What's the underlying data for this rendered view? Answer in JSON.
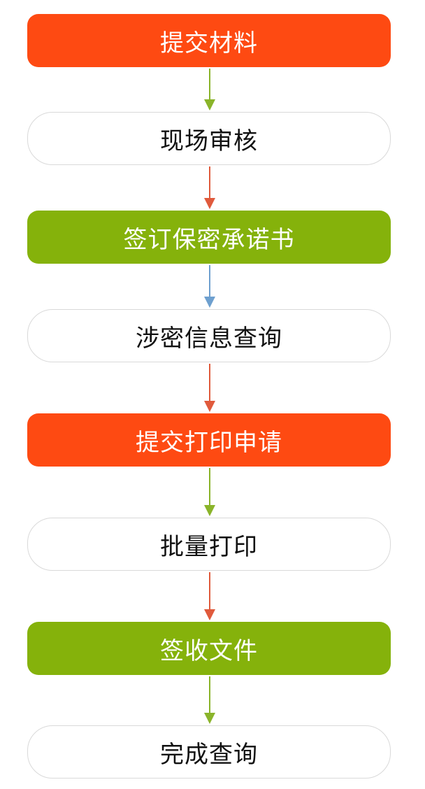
{
  "colors": {
    "orange": "#fe4a12",
    "green": "#85b20b",
    "outline_border": "#d9d9d9",
    "outline_text": "#111111",
    "arrow_green": "#8ab42a",
    "arrow_red": "#e05a3c",
    "arrow_blue": "#6ea0cf"
  },
  "steps": [
    {
      "label": "提交材料",
      "style": "filled",
      "color": "#fe4a12"
    },
    {
      "label": "现场审核",
      "style": "outline"
    },
    {
      "label": "签订保密承诺书",
      "style": "filled",
      "color": "#85b20b"
    },
    {
      "label": "涉密信息查询",
      "style": "outline"
    },
    {
      "label": "提交打印申请",
      "style": "filled",
      "color": "#fe4a12"
    },
    {
      "label": "批量打印",
      "style": "outline"
    },
    {
      "label": "签收文件",
      "style": "filled",
      "color": "#85b20b"
    },
    {
      "label": "完成查询",
      "style": "outline"
    }
  ],
  "arrows": [
    {
      "color": "#8ab42a"
    },
    {
      "color": "#e05a3c"
    },
    {
      "color": "#6ea0cf"
    },
    {
      "color": "#e05a3c"
    },
    {
      "color": "#8ab42a"
    },
    {
      "color": "#e05a3c"
    },
    {
      "color": "#8ab42a"
    }
  ]
}
